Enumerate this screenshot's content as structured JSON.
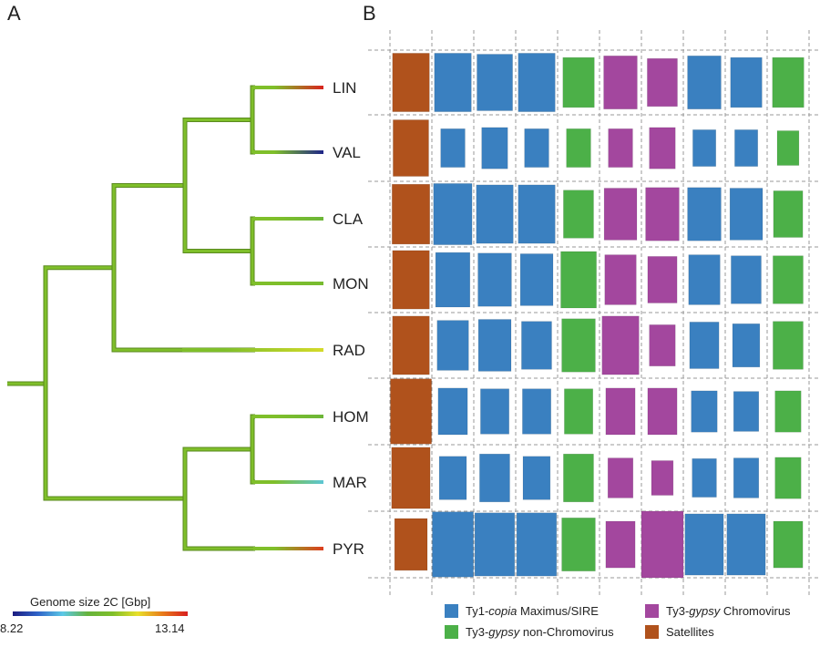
{
  "panels": {
    "a": "A",
    "b": "B"
  },
  "colorbar": {
    "title": "Genome size 2C [Gbp]",
    "min_label": "8.22",
    "max_label": "13.14",
    "min": 8.22,
    "max": 13.14,
    "stops": [
      "#1c1c80",
      "#2f63c8",
      "#5cc8e6",
      "#66b33c",
      "#7fbf2a",
      "#e8e02a",
      "#e87a1a",
      "#d81e1e"
    ]
  },
  "chart_data": [
    {
      "type": "tree",
      "taxa": [
        "LIN",
        "VAL",
        "CLA",
        "MON",
        "RAD",
        "HOM",
        "MAR",
        "PYR"
      ],
      "genome_size_2C_gbp": [
        13.1,
        8.3,
        10.5,
        10.8,
        11.6,
        10.5,
        9.7,
        12.9
      ],
      "branch_color": "#7fbf2a"
    },
    {
      "type": "heatmap",
      "rows": [
        "LIN",
        "VAL",
        "CLA",
        "MON",
        "RAD",
        "HOM",
        "MAR",
        "PYR"
      ],
      "columns": [
        "Satellites",
        "Ty1-copia Maximus/SIRE",
        "Ty1-copia Maximus/SIRE",
        "Ty1-copia Maximus/SIRE",
        "Ty3-gypsy non-Chromovirus",
        "Ty3-gypsy Chromovirus",
        "Ty3-gypsy Chromovirus",
        "Ty1-copia Maximus/SIRE",
        "Ty1-copia Maximus/SIRE",
        "Ty3-gypsy non-Chromovirus"
      ],
      "relative_size": [
        [
          0.88,
          0.88,
          0.85,
          0.88,
          0.75,
          0.8,
          0.72,
          0.8,
          0.75,
          0.75
        ],
        [
          0.85,
          0.58,
          0.62,
          0.58,
          0.58,
          0.58,
          0.62,
          0.55,
          0.55,
          0.52
        ],
        [
          0.9,
          0.92,
          0.88,
          0.88,
          0.72,
          0.78,
          0.8,
          0.8,
          0.78,
          0.7
        ],
        [
          0.88,
          0.82,
          0.8,
          0.78,
          0.85,
          0.75,
          0.7,
          0.75,
          0.72,
          0.72
        ],
        [
          0.88,
          0.75,
          0.78,
          0.72,
          0.8,
          0.88,
          0.62,
          0.7,
          0.65,
          0.72
        ],
        [
          0.98,
          0.7,
          0.68,
          0.68,
          0.68,
          0.7,
          0.7,
          0.62,
          0.6,
          0.62
        ],
        [
          0.92,
          0.65,
          0.72,
          0.65,
          0.72,
          0.6,
          0.52,
          0.58,
          0.6,
          0.62
        ],
        [
          0.78,
          0.98,
          0.95,
          0.95,
          0.8,
          0.7,
          1.0,
          0.92,
          0.92,
          0.7
        ]
      ],
      "legend": [
        {
          "label_pre": "Ty1-",
          "label_italic": "copia",
          "label_post": " Maximus/SIRE",
          "color": "#3a80c0"
        },
        {
          "label_pre": "Ty3-",
          "label_italic": "gypsy",
          "label_post": " Chromovirus",
          "color": "#a3479e"
        },
        {
          "label_pre": "Ty3-",
          "label_italic": "gypsy",
          "label_post": " non-Chromovirus",
          "color": "#4cb048"
        },
        {
          "label_pre": "",
          "label_italic": "",
          "label_post": "Satellites",
          "color": "#b0521c"
        }
      ],
      "column_colors": [
        "#b0521c",
        "#3a80c0",
        "#3a80c0",
        "#3a80c0",
        "#4cb048",
        "#a3479e",
        "#a3479e",
        "#3a80c0",
        "#3a80c0",
        "#4cb048"
      ]
    }
  ]
}
